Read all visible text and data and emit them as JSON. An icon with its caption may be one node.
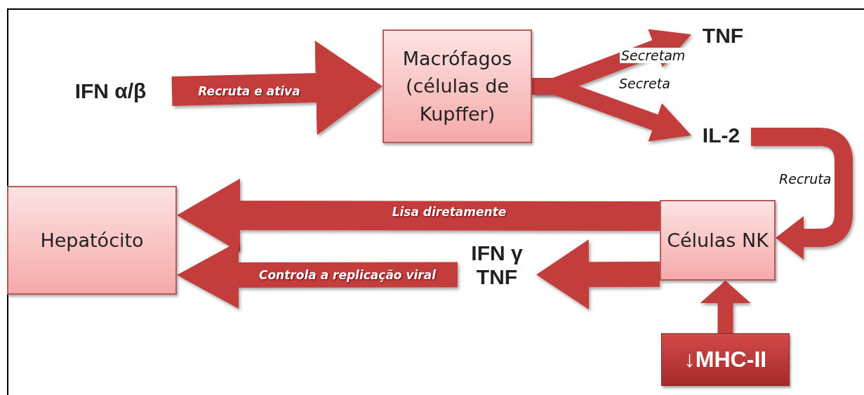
{
  "diagram": {
    "nodes": [
      {
        "text": [
          "IFN α/β"
        ]
      },
      {
        "text": [
          "Macrófagos (células de Kupffer)"
        ]
      },
      {
        "text": [
          "TNF"
        ]
      },
      {
        "text": [
          "IL-2"
        ]
      },
      {
        "text": [
          "Células NK"
        ]
      },
      {
        "text": [
          "Hepatócito"
        ]
      },
      {
        "text": [
          "IFN γ TNF"
        ]
      },
      {
        "text": [
          "↓MHC-II"
        ]
      }
    ],
    "edges": [
      {
        "from": 0,
        "to": 1,
        "arrow": "to",
        "label": "Recruta e ativa"
      },
      {
        "from": 1,
        "to": 2,
        "arrow": "to",
        "label": "Secretam"
      },
      {
        "from": 1,
        "to": 3,
        "arrow": "to",
        "label": "Secreta"
      },
      {
        "from": 3,
        "to": 4,
        "arrow": "to",
        "label": "Recruta"
      },
      {
        "from": 4,
        "to": 5,
        "arrow": "to",
        "label": "Lisa diretamente"
      },
      {
        "from": 4,
        "to": 6,
        "arrow": "to"
      },
      {
        "from": 6,
        "to": 5,
        "arrow": "to",
        "label": "Controla a replicação viral"
      },
      {
        "from": 7,
        "to": 4,
        "arrow": "to"
      }
    ]
  }
}
